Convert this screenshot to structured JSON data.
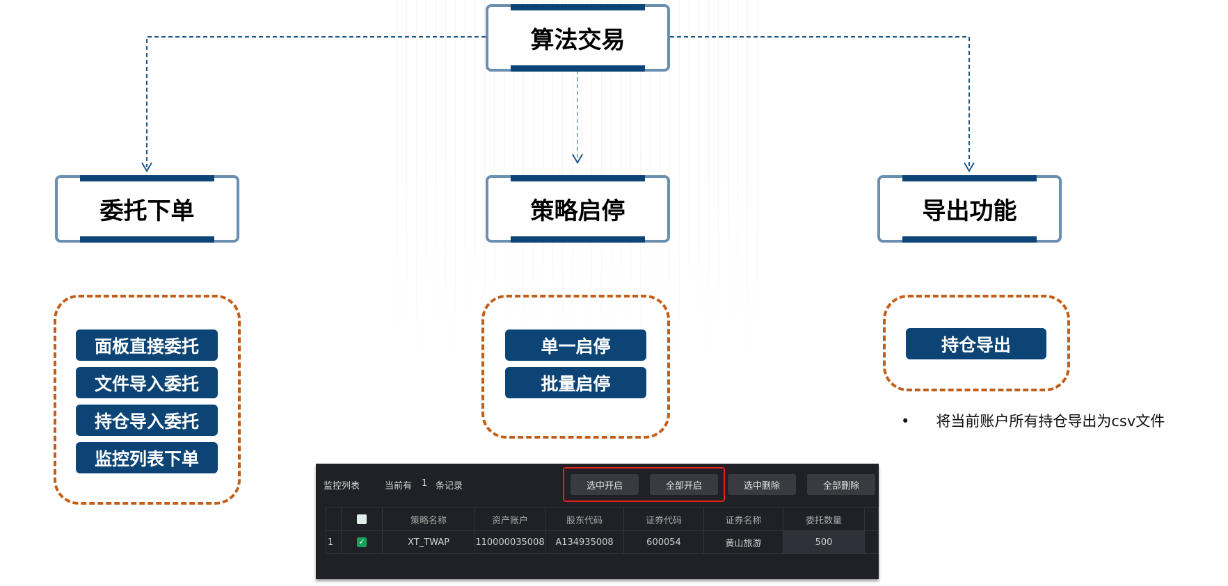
{
  "root": {
    "label": "算法交易"
  },
  "branches": [
    {
      "label": "委托下单",
      "items": [
        "面板直接委托",
        "文件导入委托",
        "持仓导入委托",
        "监控列表下单"
      ]
    },
    {
      "label": "策略启停",
      "items": [
        "单一启停",
        "批量启停"
      ]
    },
    {
      "label": "导出功能",
      "items": [
        "持仓导出"
      ],
      "note": "将当前账户所有持仓导出为csv文件"
    }
  ],
  "colors": {
    "node_border": "#6a8fb0",
    "node_bar": "#0c4477",
    "group_border": "#c25e18",
    "pill": "#0b4475",
    "highlight": "#e3201c"
  },
  "monitor": {
    "title": "监控列表",
    "record_prefix": "当前有",
    "record_count": "1",
    "record_suffix": "条记录",
    "buttons": [
      "选中开启",
      "全部开启",
      "选中删除",
      "全部删除"
    ],
    "columns": [
      "策略名称",
      "资产账户",
      "股东代码",
      "证券代码",
      "证券名称",
      "委托数量"
    ],
    "rows": [
      {
        "index": "1",
        "checked": true,
        "cells": [
          "XT_TWAP",
          "110000035008",
          "A134935008",
          "600054",
          "黄山旅游",
          "500"
        ]
      }
    ]
  }
}
